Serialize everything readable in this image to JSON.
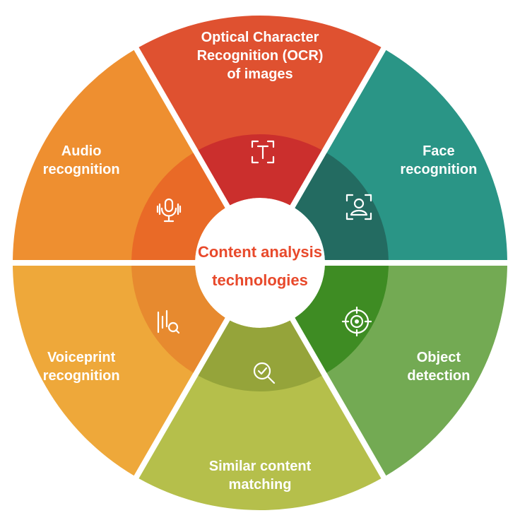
{
  "diagram": {
    "center": {
      "lines": [
        "Content analysis",
        "technologies"
      ],
      "color": "#e8492b"
    },
    "segments": [
      {
        "id": "ocr",
        "label_lines": [
          "Optical Character",
          "Recognition (OCR)",
          "of images"
        ],
        "icon": "text-recognition-icon",
        "outer_color": "#df5130",
        "inner_color": "#cb2f2d"
      },
      {
        "id": "face",
        "label_lines": [
          "Face",
          "recognition"
        ],
        "icon": "face-scan-icon",
        "outer_color": "#2a9586",
        "inner_color": "#236b61"
      },
      {
        "id": "object",
        "label_lines": [
          "Object",
          "detection"
        ],
        "icon": "target-icon",
        "outer_color": "#73aa53",
        "inner_color": "#3e8c23"
      },
      {
        "id": "similar",
        "label_lines": [
          "Similar content",
          "matching"
        ],
        "icon": "search-check-icon",
        "outer_color": "#b5bf4b",
        "inner_color": "#95a43a"
      },
      {
        "id": "voiceprint",
        "label_lines": [
          "Voiceprint",
          "recognition"
        ],
        "icon": "voiceprint-search-icon",
        "outer_color": "#eea83a",
        "inner_color": "#e78a2f"
      },
      {
        "id": "audio",
        "label_lines": [
          "Audio",
          "recognition"
        ],
        "icon": "microphone-icon",
        "outer_color": "#ee8f30",
        "inner_color": "#e96a27"
      }
    ]
  }
}
